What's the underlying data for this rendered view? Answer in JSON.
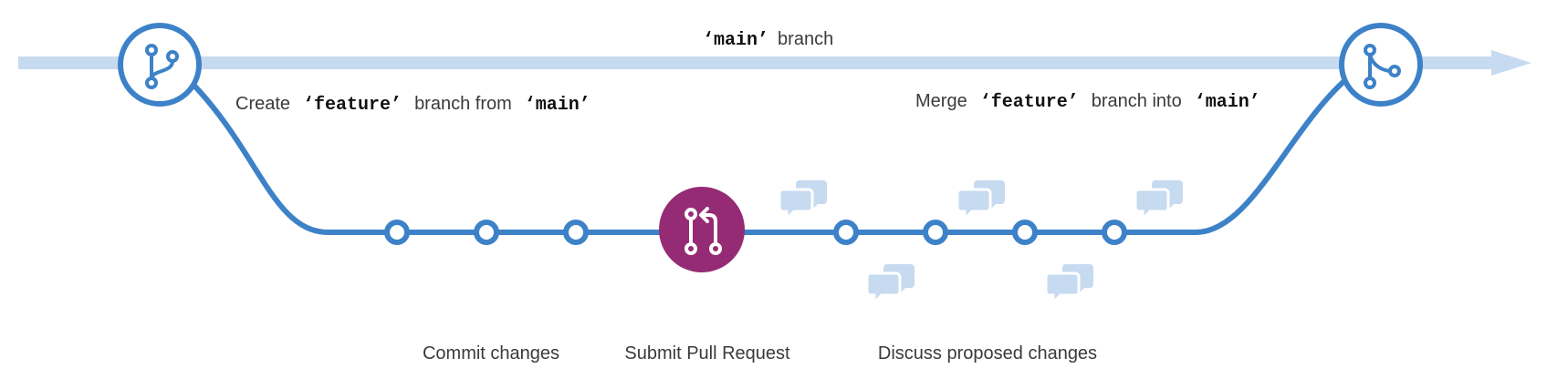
{
  "main_branch": {
    "quote_open": "‘",
    "name": "main",
    "quote_close": "’",
    "suffix": "branch"
  },
  "create_label": {
    "prefix": "Create",
    "feature": "‘feature’",
    "middle": "branch from",
    "main": "‘main’"
  },
  "merge_label": {
    "prefix": "Merge",
    "feature": "‘feature’",
    "middle": "branch into",
    "main": "‘main’"
  },
  "steps": {
    "commit": "Commit changes",
    "pull_request": "Submit Pull Request",
    "discuss": "Discuss proposed changes"
  },
  "icons": {
    "branch": "git-branch-icon",
    "merge": "git-merge-icon",
    "pull_request": "pull-request-icon",
    "comment": "comment-discussion-icon"
  },
  "colors": {
    "main_line": "#c6daf0",
    "branch_line": "#3d82c8",
    "pull_request": "#952b74",
    "comment": "#c6daf0",
    "text": "#3a3a3a"
  }
}
